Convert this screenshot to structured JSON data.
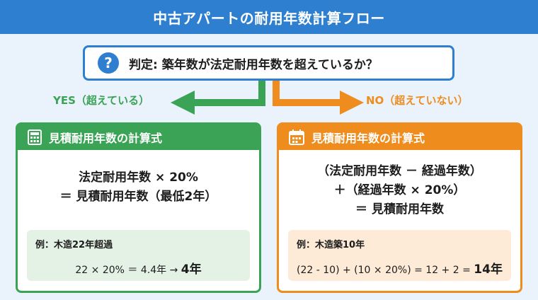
{
  "title": "中古アパートの耐用年数計算フロー",
  "question": {
    "icon": "question-mark-icon",
    "mark": "?",
    "text": "判定: 築年数が法定耐用年数を超えているか？"
  },
  "branches": {
    "yes": "YES（超えている）",
    "no": "NO（超えていない）"
  },
  "colors": {
    "header": "#2f7fd0",
    "yes": "#3aa356",
    "no": "#ee8c1e"
  },
  "left_box": {
    "icon": "calculator-icon",
    "title": "見積耐用年数の計算式",
    "formula_lines": [
      "法定耐用年数 × 20%",
      "＝ 見積耐用年数（最低2年）"
    ],
    "example_title": "例：木造22年超過",
    "example_calc": "22 × 20% ＝ 4.4年 → ",
    "example_result": "4年"
  },
  "right_box": {
    "icon": "calendar-icon",
    "title": "見積耐用年数の計算式",
    "formula_lines": [
      "（法定耐用年数 － 経過年数）",
      "＋（経過年数 × 20%）",
      "＝ 見積耐用年数"
    ],
    "example_title": "例：木造築10年",
    "example_calc": "(22 - 10) + (10 × 20%) = 12 + 2 = ",
    "example_result": "14年"
  }
}
